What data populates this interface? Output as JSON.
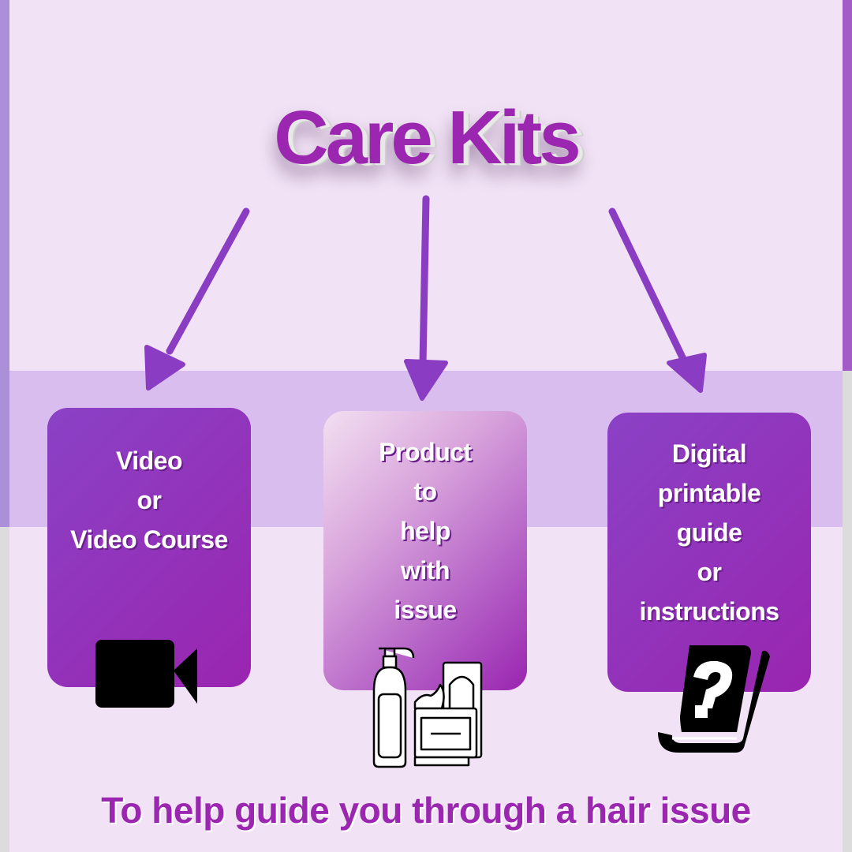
{
  "title": "Care Kits",
  "cards": [
    {
      "lines": [
        "Video",
        "or",
        "Video Course"
      ],
      "icon": "video-camera-icon"
    },
    {
      "lines": [
        "Product",
        "to",
        "help",
        "with",
        "issue"
      ],
      "icon": "hair-products-icon"
    },
    {
      "lines": [
        "Digital",
        "printable",
        "guide",
        "or",
        "instructions"
      ],
      "icon": "question-book-icon"
    }
  ],
  "footer": "To help guide you through a hair issue",
  "colors": {
    "background": "#f1e2f5",
    "band": "#d9bdee",
    "accent": "#9b27b0",
    "arrow": "#8a3cc2"
  }
}
